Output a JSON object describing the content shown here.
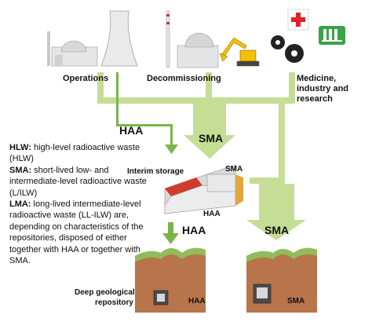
{
  "sources": {
    "operations": "Operations",
    "decommissioning": "Decommissioning",
    "medicine_line1": "Medicine,",
    "medicine_line2": "industry and",
    "medicine_line3": "research"
  },
  "flows": {
    "haa_upper": "HAA",
    "sma_upper": "SMA",
    "haa_lower": "HAA",
    "sma_lower": "SMA"
  },
  "storage": {
    "title": "Interim storage",
    "sma_label": "SMA",
    "haa_label": "HAA"
  },
  "repository": {
    "title_line1": "Deep geological",
    "title_line2": "repository",
    "haa_label": "HAA",
    "sma_label": "SMA"
  },
  "legend": [
    {
      "abbr": "HLW:",
      "text": " high-level radioactive waste (HLW)"
    },
    {
      "abbr": "SMA:",
      "text": " short-lived low- and intermediate-level radioactive waste (L/ILW)"
    },
    {
      "abbr": "LMA:",
      "text": " long-lived intermediate-level radioactive waste (LL-ILW) are, depending on characteristics of the repositories, disposed of either together with HAA or together with SMA."
    }
  ],
  "colors": {
    "sma_flow": "#c5dd95",
    "haa_arrow": "#7ab54a",
    "earth": "#b8744a",
    "grass": "#8fbd5a",
    "medical_red": "#e2222a",
    "lab_green": "#3aa24a"
  },
  "icons": [
    "cooling-tower-icon",
    "reactor-dome-icon",
    "excavator-icon",
    "gears-icon",
    "medical-cross-icon",
    "laboratory-icon",
    "interim-storage-building-icon",
    "waste-container-icon"
  ]
}
